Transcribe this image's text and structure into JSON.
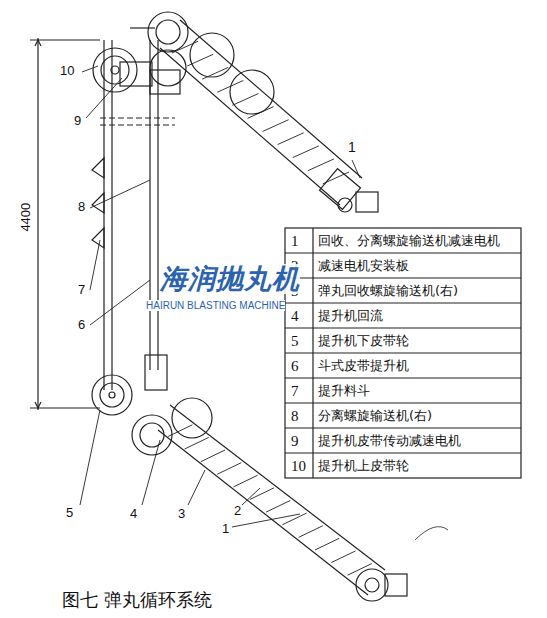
{
  "diagram": {
    "caption": "图七  弹丸循环系统",
    "labels": [
      "10",
      "9",
      "8",
      "7",
      "6",
      "5",
      "4",
      "3",
      "2",
      "1",
      "1",
      "4400",
      "1",
      "回收、分离螺旋输送机减速电机",
      "2",
      "减速电机安装板",
      "3",
      "弹丸回收螺旋输送机(右)",
      "4",
      "提升机回流",
      "5",
      "提升机下皮带轮",
      "6",
      "斗式皮带提升机",
      "7",
      "提升料斗",
      "8",
      "分离螺旋输送机(右)",
      "9",
      "提升机皮带传动减速电机",
      "10",
      "提升机上皮带轮",
      "海润抛丸机",
      "HAIRUN BLASTING MACHINE"
    ]
  }
}
